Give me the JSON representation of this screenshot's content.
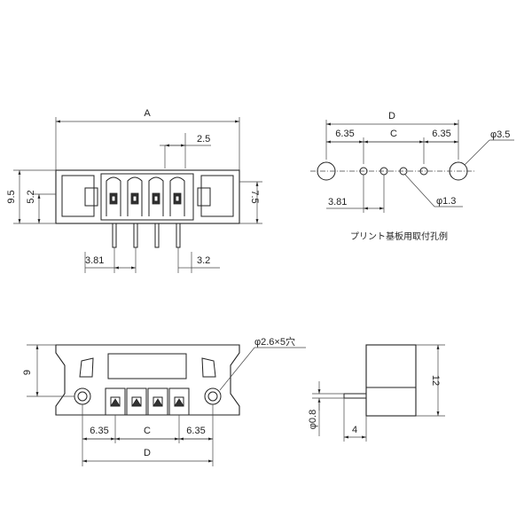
{
  "front_view": {
    "dim_A": "A",
    "dim_pitch": "2.5",
    "dim_height_total": "9.5",
    "dim_height_left": "5.2",
    "dim_height_right": "7.5",
    "dim_offset_left": "3.81",
    "dim_offset_right": "3.2"
  },
  "pcb_layout": {
    "dim_D": "D",
    "dim_left_gap": "6.35",
    "dim_C": "C",
    "dim_right_gap": "6.35",
    "dim_large_hole": "φ3.5",
    "dim_pitch": "3.81",
    "dim_small_hole": "φ1.3",
    "caption": "プリント基板用取付孔例"
  },
  "top_view": {
    "dim_height": "9",
    "dim_mount_hole": "φ2.6×5穴",
    "dim_left_gap": "6.35",
    "dim_C": "C",
    "dim_right_gap": "6.35",
    "dim_D": "D"
  },
  "side_view": {
    "dim_height": "12",
    "dim_pin_dia": "φ0.8",
    "dim_pin_len": "4"
  }
}
